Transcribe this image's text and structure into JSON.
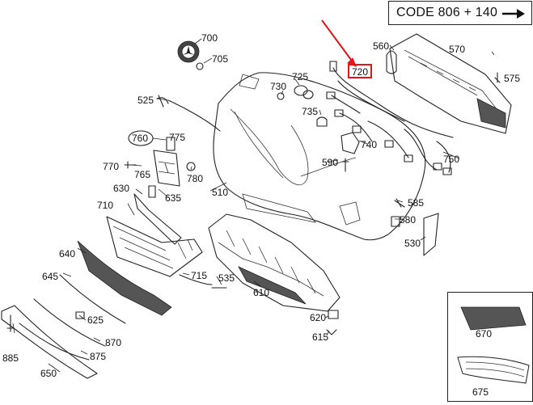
{
  "header": {
    "code_label": "CODE 806 + 140",
    "arrow_icon": "right-arrow-icon"
  },
  "highlight": {
    "part": "720",
    "color": "#e0161b"
  },
  "labels": {
    "p700": "700",
    "p705": "705",
    "p725": "725",
    "p730": "730",
    "p735": "735",
    "p720": "720",
    "p560": "560",
    "p570": "570",
    "p575": "575",
    "p525": "525",
    "p760": "760",
    "p775": "775",
    "p770": "770",
    "p765": "765",
    "p780": "780",
    "p740": "740",
    "p590": "590",
    "p750": "750",
    "p510": "510",
    "p630": "630",
    "p635": "635",
    "p710": "710",
    "p585": "585",
    "p580": "580",
    "p530": "530",
    "p640": "640",
    "p715": "715",
    "p535": "535",
    "p645": "645",
    "p610": "610",
    "p625": "625",
    "p620": "620",
    "p870": "870",
    "p615": "615",
    "p875": "875",
    "p885": "885",
    "p650": "650",
    "p670": "670",
    "p675": "675"
  }
}
